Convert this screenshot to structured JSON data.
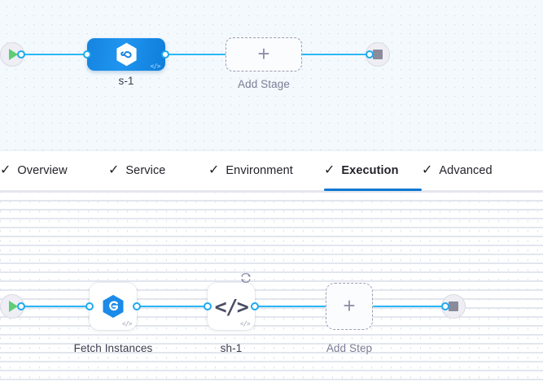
{
  "theme": {
    "accent_blue": "#2ab8f5",
    "tab_active_blue": "#0b78d0",
    "stage_node_blue": "#1584e0",
    "start_green": "#5ece74",
    "stop_grey": "#8b8b9c",
    "dashed_border": "#9a9db3",
    "stages_canvas_bg": "#f3f9fd",
    "steps_canvas_bg": "#ffffff"
  },
  "stages_canvas": {
    "start_node": {
      "icon": "play-icon",
      "label": ""
    },
    "end_node": {
      "icon": "stop-icon",
      "label": ""
    },
    "stages": [
      {
        "id": "s-1",
        "label": "s-1",
        "icon": "harness-hexagon-icon",
        "badge": "</>",
        "selected": true
      }
    ],
    "add_stage": {
      "label": "Add Stage",
      "icon": "plus-icon"
    }
  },
  "tabs": {
    "items": [
      {
        "label": "Overview",
        "icon": "check-icon",
        "active": false
      },
      {
        "label": "Service",
        "icon": "check-icon",
        "active": false
      },
      {
        "label": "Environment",
        "icon": "check-icon",
        "active": false
      },
      {
        "label": "Execution",
        "icon": "check-icon",
        "active": true
      },
      {
        "label": "Advanced",
        "icon": "check-icon",
        "active": false
      }
    ]
  },
  "steps_canvas": {
    "start_node": {
      "icon": "play-icon",
      "label": ""
    },
    "end_node": {
      "icon": "stop-icon",
      "label": ""
    },
    "steps": [
      {
        "id": "fetch-instances",
        "label": "Fetch Instances",
        "icon": "harness-blue-hexagon-icon",
        "badge": "</>",
        "has_loop": false
      },
      {
        "id": "sh-1",
        "label": "sh-1",
        "icon": "shell-script-icon",
        "glyph": "</>",
        "badge": "</>",
        "has_loop": true,
        "loop_icon": "loop-retry-icon"
      }
    ],
    "add_step": {
      "label": "Add Step",
      "icon": "plus-icon"
    }
  }
}
